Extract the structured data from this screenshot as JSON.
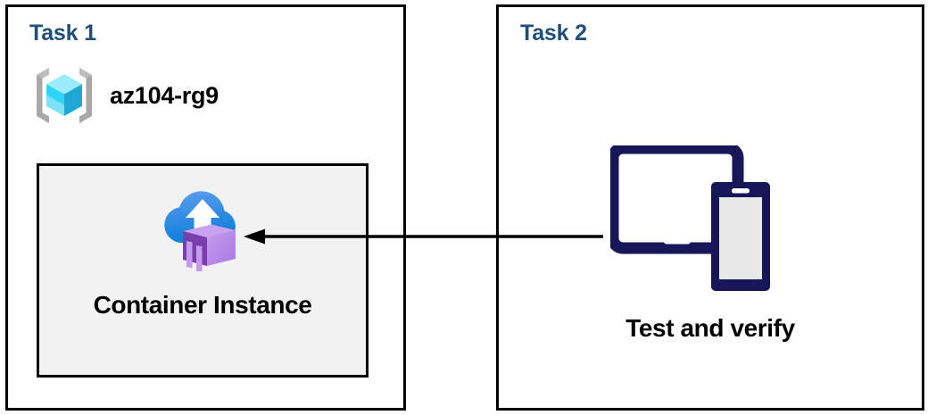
{
  "diagram": {
    "title": "Azure Container Instance deployment and verification flow",
    "background_color": "#FFFFFF",
    "border_color": "#000000"
  },
  "panels": [
    {
      "id": "task1",
      "title": "Task 1",
      "title_color": "#1F4E79"
    },
    {
      "id": "task2",
      "title": "Task 2",
      "title_color": "#1F4E79"
    }
  ],
  "task1": {
    "heading": "Task 1",
    "resource_group": {
      "label": "az104-rg9",
      "icon": "azure-resource-group-icon",
      "bracket_color": "#A3A3A3",
      "cube_color": "#50E6FF"
    },
    "container_card": {
      "label": "Container Instance",
      "icon": "azure-container-instance-icon",
      "background_color": "#F2F2F2",
      "border_color": "#000000",
      "cloud_color": "#2E8CE0",
      "container_color": "#B77FEA",
      "container_front_color": "#8661C5"
    }
  },
  "task2": {
    "heading": "Task 2",
    "devices": {
      "label": "Test and verify",
      "icon": "tablet-and-phone-icon",
      "frame_color": "#161659",
      "tablet_screen_color": "#FFFFFF",
      "phone_screen_color": "#E8E8E8"
    }
  },
  "connector": {
    "name": "arrow-task2-to-container-instance",
    "direction": "right-to-left",
    "color": "#000000",
    "style": "solid-line-with-filled-arrowhead"
  }
}
